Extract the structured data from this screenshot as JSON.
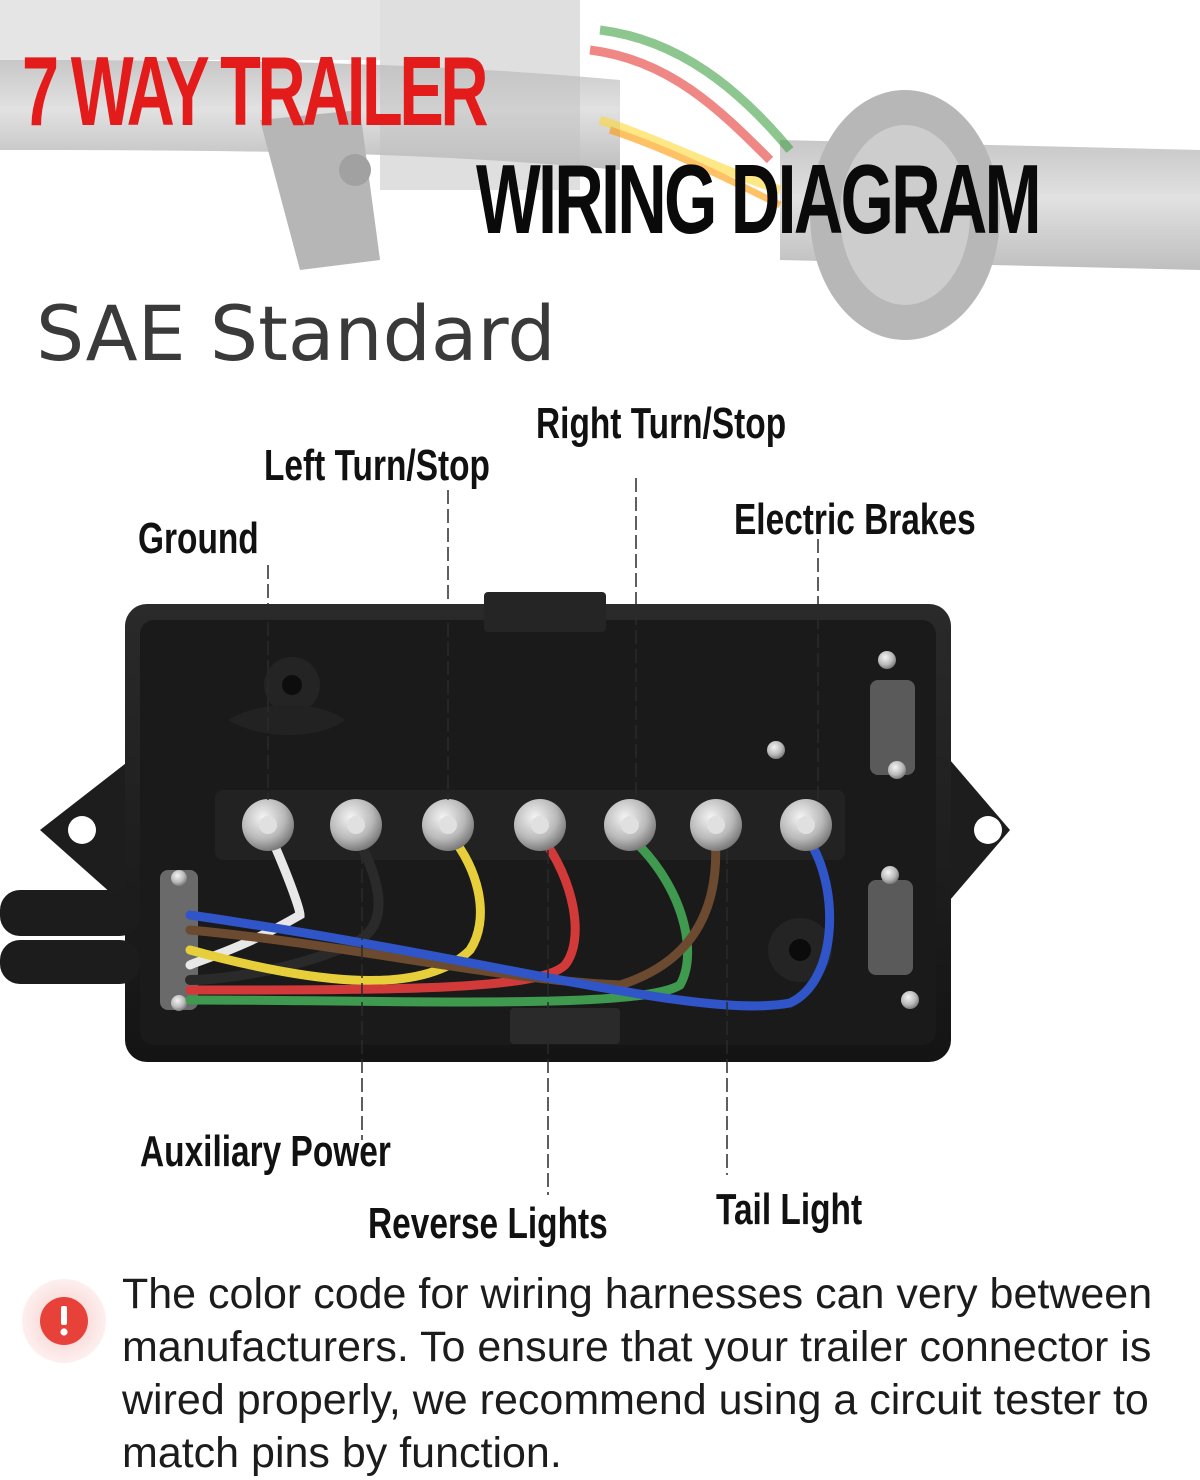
{
  "header": {
    "title_line1": "7 WAY TRAILER",
    "title_line2": "WIRING DIAGRAM"
  },
  "subtitle": "SAE Standard",
  "labels": {
    "ground": "Ground",
    "left_turn_stop": "Left Turn/Stop",
    "right_turn_stop": "Right Turn/Stop",
    "electric_brakes": "Electric Brakes",
    "auxiliary_power": "Auxiliary Power",
    "reverse_lights": "Reverse Lights",
    "tail_light": "Tail Light"
  },
  "notice": {
    "icon": "exclamation-icon",
    "text": "The color code for wiring harnesses can very between manufacturers. To ensure that your trailer connector is wired properly, we recommend using a circuit tester to match pins by function."
  },
  "colors": {
    "title_red": "#e31b1b",
    "title_black": "#0a0a0a",
    "warning_red": "#e8413a",
    "wire_white": "#e8e8e8",
    "wire_black": "#2a2a2a",
    "wire_yellow": "#e6cf3a",
    "wire_red": "#d23a3a",
    "wire_green": "#3f9a4f",
    "wire_brown": "#6b4a2f",
    "wire_blue": "#2f55c8"
  }
}
